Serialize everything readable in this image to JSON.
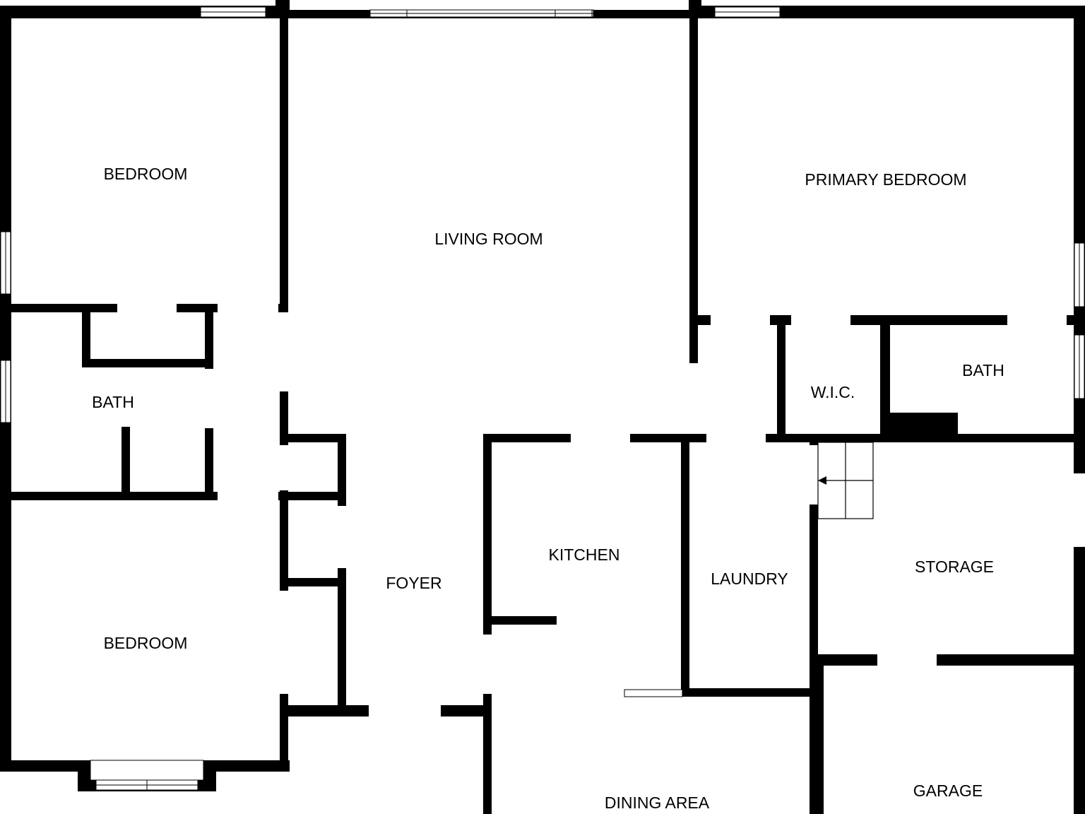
{
  "floor_plan": {
    "rooms": {
      "bedroom_top_left": "BEDROOM",
      "living_room": "LIVING ROOM",
      "primary_bedroom": "PRIMARY BEDROOM",
      "bath_left": "BATH",
      "wic": "W.I.C.",
      "bath_right": "BATH",
      "bedroom_bottom_left": "BEDROOM",
      "foyer": "FOYER",
      "kitchen": "KITCHEN",
      "laundry": "LAUNDRY",
      "storage": "STORAGE",
      "dining_area": "DINING AREA",
      "garage": "GARAGE"
    },
    "colors": {
      "wall": "#000000",
      "background": "#ffffff"
    }
  }
}
